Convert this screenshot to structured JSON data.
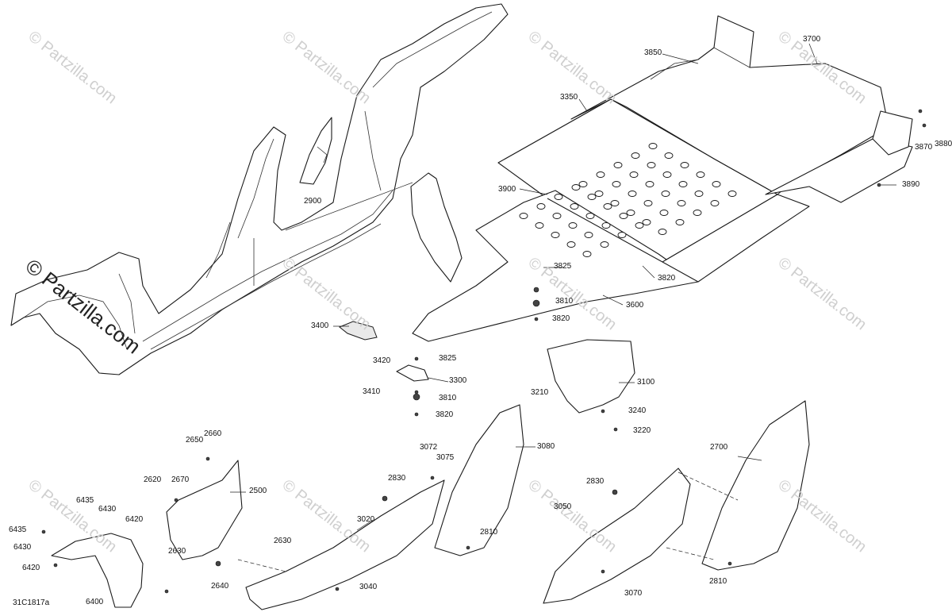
{
  "watermark": {
    "text": "© Partzilla.com",
    "main_text": "© Partzilla.com"
  },
  "document_id": "31C1817a",
  "callouts": {
    "c3850": "3850",
    "c3700": "3700",
    "c3350": "3350",
    "c3870": "3870",
    "c3880": "3880",
    "c3900": "3900",
    "c3890": "3890",
    "c3825a": "3825",
    "c3820a": "3820",
    "c3810a": "3810",
    "c3600": "3600",
    "c3820b": "3820",
    "c2900": "2900",
    "c3400": "3400",
    "c3420": "3420",
    "c3825b": "3825",
    "c3300": "3300",
    "c3410": "3410",
    "c3810b": "3810",
    "c3820c": "3820",
    "c3210": "3210",
    "c3100": "3100",
    "c3240": "3240",
    "c3220": "3220",
    "c2660": "2660",
    "c2650": "2650",
    "c2620": "2620",
    "c2670": "2670",
    "c2500": "2500",
    "c3072": "3072",
    "c3075": "3075",
    "c3080": "3080",
    "c2830a": "2830",
    "c3020": "3020",
    "c2630a": "2630",
    "c2630b": "2630",
    "c2640": "2640",
    "c3040": "3040",
    "c2810a": "2810",
    "c2830b": "2830",
    "c3050": "3050",
    "c2700": "2700",
    "c2810b": "2810",
    "c3070": "3070",
    "c6435a": "6435",
    "c6430a": "6430",
    "c6420a": "6420",
    "c6435b": "6435",
    "c6430b": "6430",
    "c6420b": "6420",
    "c6400": "6400"
  }
}
